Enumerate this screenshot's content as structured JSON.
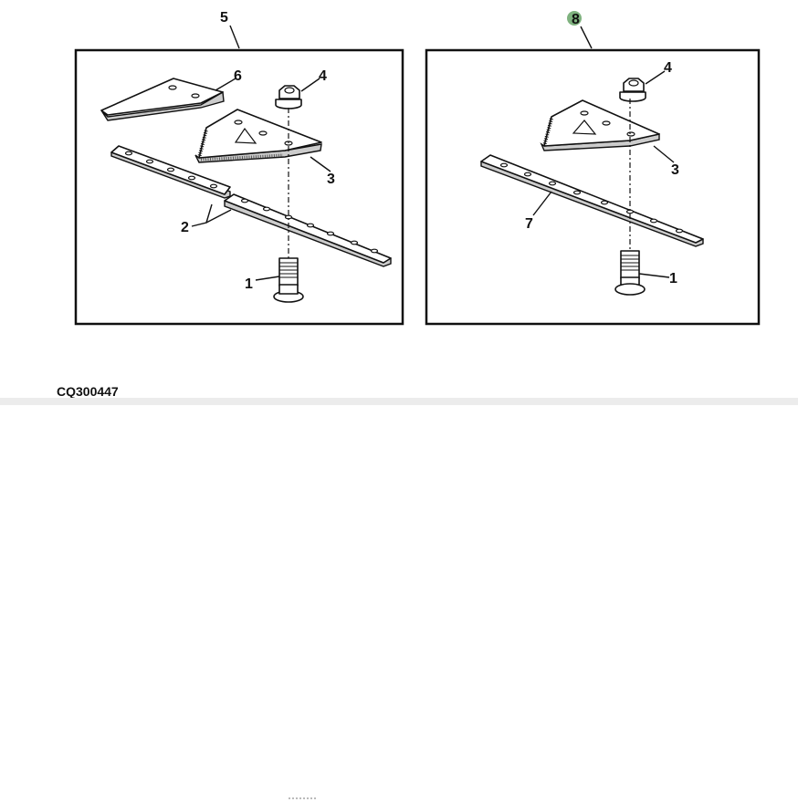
{
  "callouts": {
    "left_box": "5",
    "right_box": "8"
  },
  "left": {
    "plate": "6",
    "nut": "4",
    "section": "3",
    "bars": "2",
    "bolt": "1"
  },
  "right": {
    "nut": "4",
    "section": "3",
    "bar": "7",
    "bolt": "1"
  },
  "figure_code": "CQ300447",
  "colors": {
    "callout_highlight": "#7fb27f"
  }
}
